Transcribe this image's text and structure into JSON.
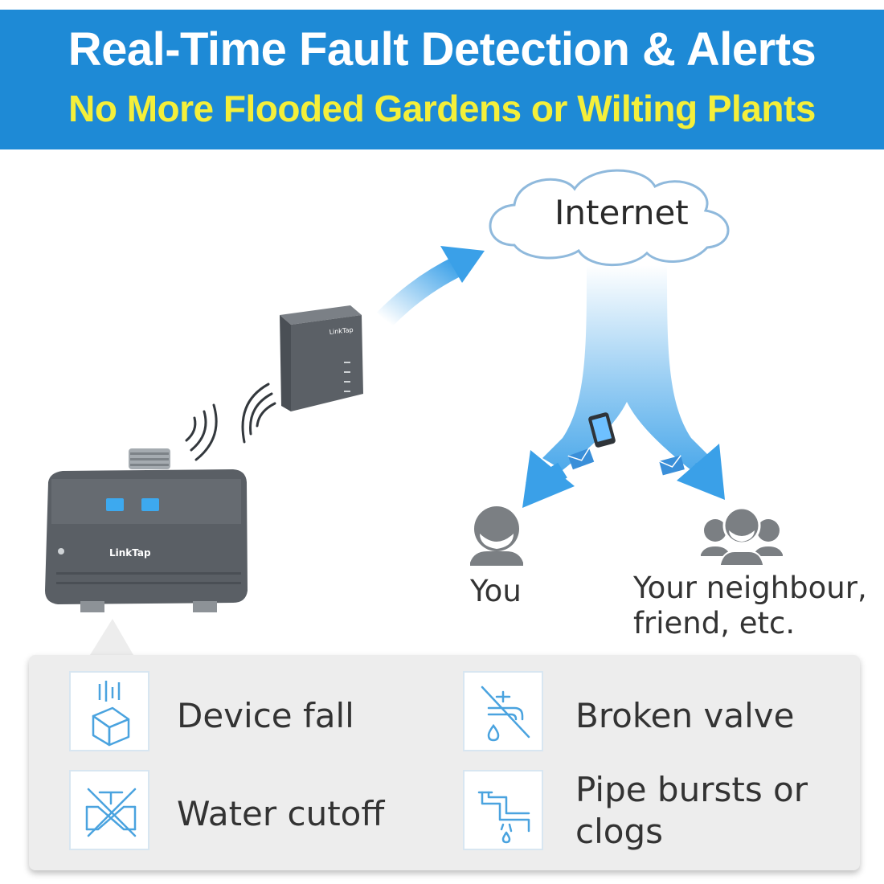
{
  "header": {
    "title": "Real-Time Fault Detection & Alerts",
    "subtitle": "No More Flooded Gardens or Wilting Plants"
  },
  "diagram": {
    "cloud_label": "Internet",
    "recipients": [
      {
        "label": "You"
      },
      {
        "label_line1": "Your neighbour,",
        "label_line2": "friend, etc."
      }
    ],
    "device_brand": "LinkTap",
    "colors": {
      "banner": "#1e8ad6",
      "subtitle": "#f4ef3a",
      "arrow": "#3aa0e8",
      "icon": "#4aa3df",
      "device": "#555a60"
    }
  },
  "faults": [
    {
      "label": "Device fall",
      "icon": "device-fall-icon"
    },
    {
      "label": "Broken valve",
      "icon": "broken-valve-icon"
    },
    {
      "label": "Water cutoff",
      "icon": "water-cutoff-icon"
    },
    {
      "label_line1": "Pipe bursts or",
      "label_line2": "clogs",
      "icon": "pipe-burst-icon"
    }
  ]
}
